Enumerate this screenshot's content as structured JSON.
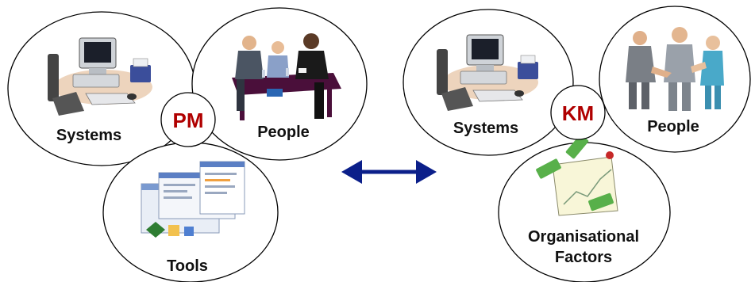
{
  "colors": {
    "hub_text": "#b00000",
    "arrow": "#0b1f8a",
    "outline": "#000000",
    "label": "#111111"
  },
  "left_group": {
    "hub": "PM",
    "systems_label": "Systems",
    "people_label": "People",
    "tools_label": "Tools",
    "systems_icon": "computer-workstation-clipart",
    "people_icon": "meeting-table-clipart",
    "tools_icon": "software-windows-clipart"
  },
  "right_group": {
    "hub": "KM",
    "systems_label": "Systems",
    "people_label": "People",
    "factors_label_line1": "Organisational",
    "factors_label_line2": "Factors",
    "systems_icon": "computer-workstation-clipart",
    "people_icon": "handshake-clipart",
    "factors_icon": "money-chart-clipart"
  },
  "connector": {
    "icon": "double-headed-arrow"
  }
}
